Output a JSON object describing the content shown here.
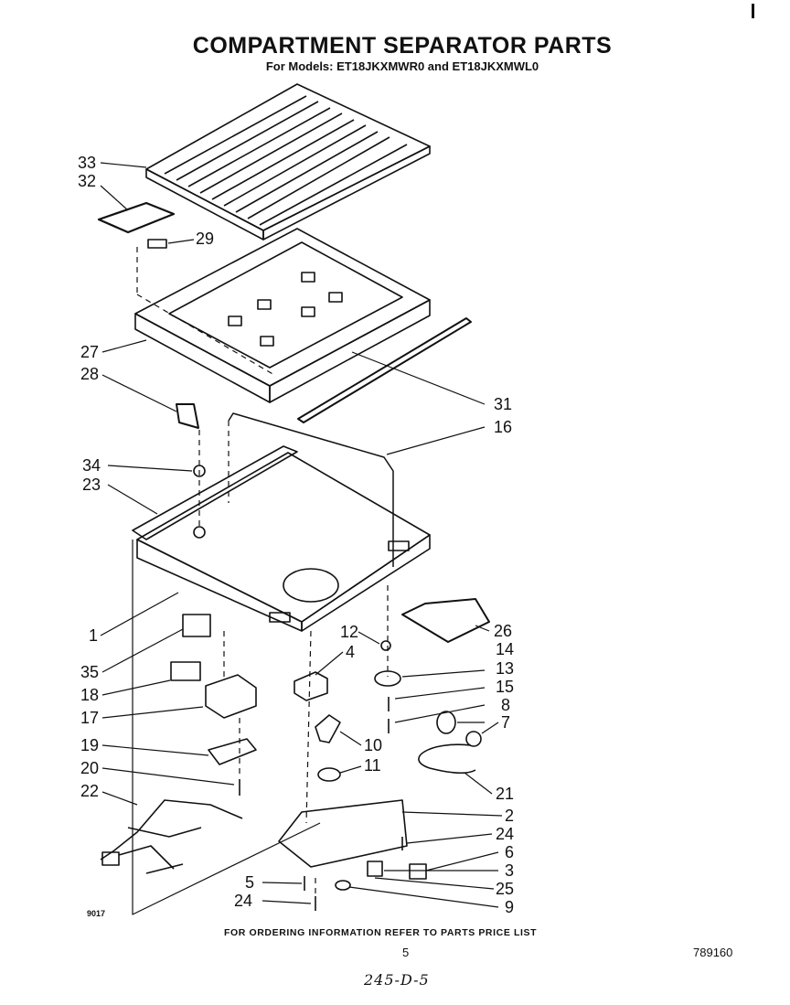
{
  "title": "COMPARTMENT SEPARATOR PARTS",
  "subtitle": "For Models: ET18JKXMWR0 and ET18JKXMWL0",
  "footer_text": "FOR ORDERING INFORMATION REFER TO PARTS PRICE LIST",
  "page_number": "5",
  "document_number": "789160",
  "figure_number": "9017",
  "handwritten_note": "245-D-5",
  "callouts": [
    "33",
    "32",
    "29",
    "27",
    "28",
    "31",
    "16",
    "34",
    "23",
    "1",
    "26",
    "12",
    "4",
    "14",
    "35",
    "13",
    "18",
    "15",
    "8",
    "17",
    "7",
    "10",
    "19",
    "11",
    "20",
    "21",
    "22",
    "2",
    "24",
    "6",
    "3",
    "5",
    "25",
    "24",
    "9"
  ]
}
